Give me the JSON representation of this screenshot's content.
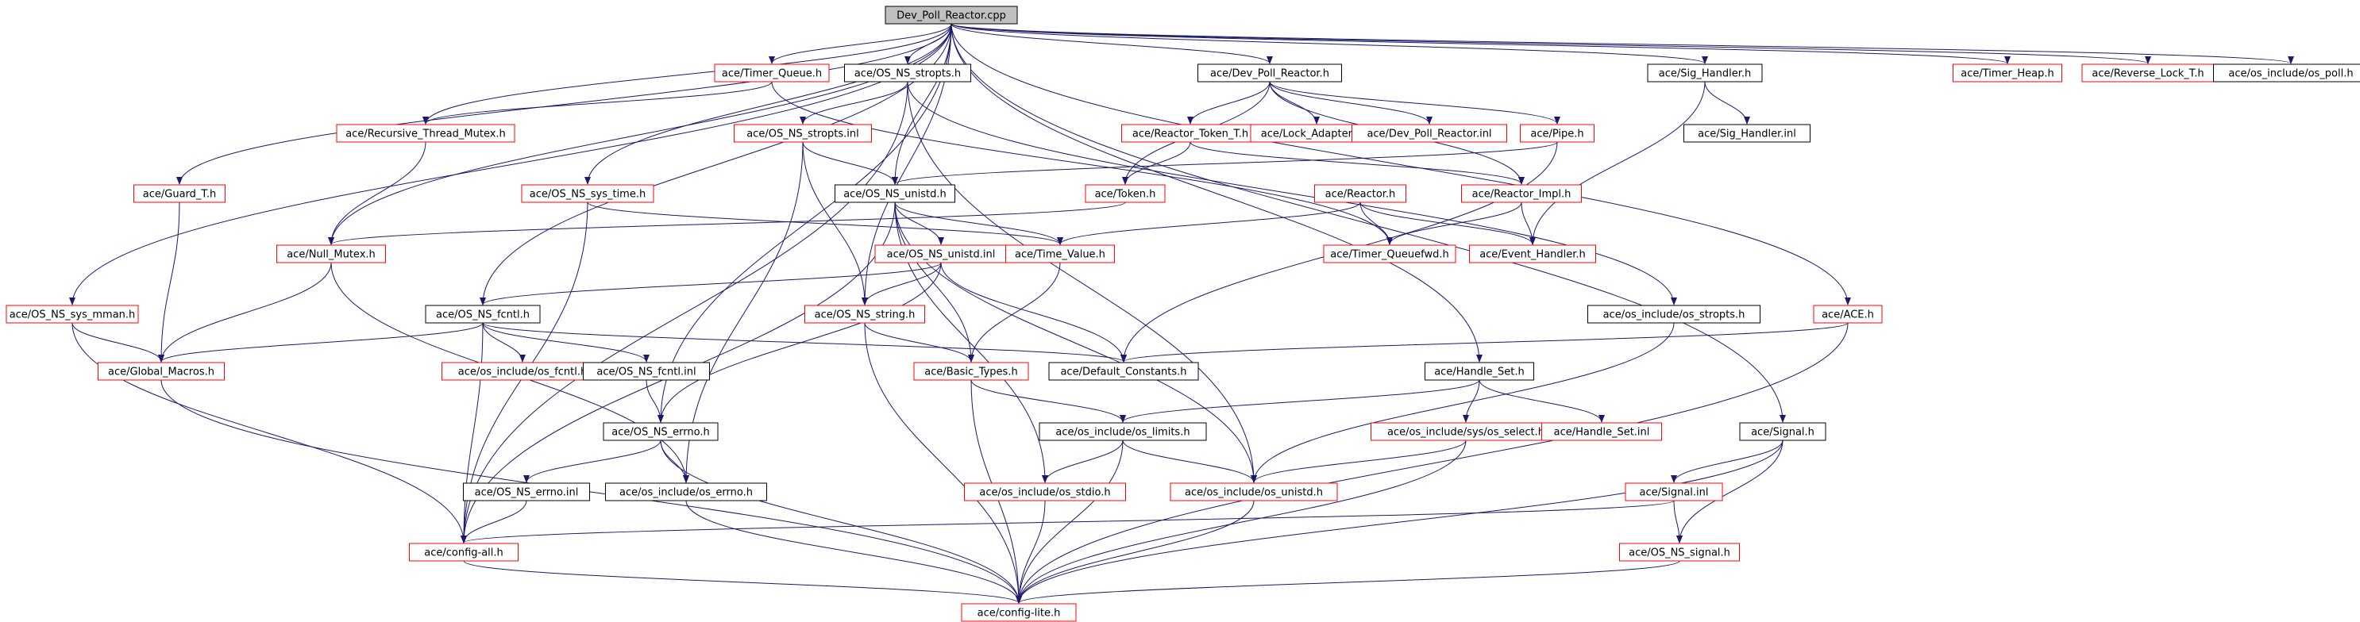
{
  "diagram": {
    "nodes": [
      {
        "id": "root",
        "label": "Dev_Poll_Reactor.cpp",
        "style": "root"
      },
      {
        "id": "timerq",
        "label": "ace/Timer_Queue.h",
        "style": "red"
      },
      {
        "id": "osnsstropts",
        "label": "ace/OS_NS_stropts.h",
        "style": "black"
      },
      {
        "id": "devpoll_h",
        "label": "ace/Dev_Poll_Reactor.h",
        "style": "black"
      },
      {
        "id": "sighandler",
        "label": "ace/Sig_Handler.h",
        "style": "black"
      },
      {
        "id": "timerheap",
        "label": "ace/Timer_Heap.h",
        "style": "red"
      },
      {
        "id": "revlock",
        "label": "ace/Reverse_Lock_T.h",
        "style": "red"
      },
      {
        "id": "ospoll",
        "label": "ace/os_include/os_poll.h",
        "style": "black"
      },
      {
        "id": "recthread",
        "label": "ace/Recursive_Thread_Mutex.h",
        "style": "red"
      },
      {
        "id": "stroptsinl",
        "label": "ace/OS_NS_stropts.inl",
        "style": "red"
      },
      {
        "id": "reactortoken",
        "label": "ace/Reactor_Token_T.h",
        "style": "red"
      },
      {
        "id": "lockadapter",
        "label": "ace/Lock_Adapter_T.h",
        "style": "red"
      },
      {
        "id": "devpollinl",
        "label": "ace/Dev_Poll_Reactor.inl",
        "style": "red"
      },
      {
        "id": "pipe",
        "label": "ace/Pipe.h",
        "style": "red"
      },
      {
        "id": "sighandlerinl",
        "label": "ace/Sig_Handler.inl",
        "style": "black"
      },
      {
        "id": "guard",
        "label": "ace/Guard_T.h",
        "style": "red"
      },
      {
        "id": "systime",
        "label": "ace/OS_NS_sys_time.h",
        "style": "red"
      },
      {
        "id": "unistd",
        "label": "ace/OS_NS_unistd.h",
        "style": "black"
      },
      {
        "id": "token",
        "label": "ace/Token.h",
        "style": "red"
      },
      {
        "id": "reactor",
        "label": "ace/Reactor.h",
        "style": "red"
      },
      {
        "id": "reactorimpl",
        "label": "ace/Reactor_Impl.h",
        "style": "red"
      },
      {
        "id": "nullmutex",
        "label": "ace/Null_Mutex.h",
        "style": "red"
      },
      {
        "id": "unistdinl",
        "label": "ace/OS_NS_unistd.inl",
        "style": "red"
      },
      {
        "id": "timevalue",
        "label": "ace/Time_Value.h",
        "style": "red"
      },
      {
        "id": "timerqfwd",
        "label": "ace/Timer_Queuefwd.h",
        "style": "red"
      },
      {
        "id": "eventhandler",
        "label": "ace/Event_Handler.h",
        "style": "red"
      },
      {
        "id": "sysmman",
        "label": "ace/OS_NS_sys_mman.h",
        "style": "red"
      },
      {
        "id": "fcntl",
        "label": "ace/OS_NS_fcntl.h",
        "style": "black"
      },
      {
        "id": "nsstring",
        "label": "ace/OS_NS_string.h",
        "style": "red"
      },
      {
        "id": "osstropts",
        "label": "ace/os_include/os_stropts.h",
        "style": "black"
      },
      {
        "id": "ace",
        "label": "ace/ACE.h",
        "style": "red"
      },
      {
        "id": "globalmacros",
        "label": "ace/Global_Macros.h",
        "style": "red"
      },
      {
        "id": "osfcntl",
        "label": "ace/os_include/os_fcntl.h",
        "style": "red"
      },
      {
        "id": "fcntlinl",
        "label": "ace/OS_NS_fcntl.inl",
        "style": "black"
      },
      {
        "id": "basictypes",
        "label": "ace/Basic_Types.h",
        "style": "red"
      },
      {
        "id": "defconst",
        "label": "ace/Default_Constants.h",
        "style": "black"
      },
      {
        "id": "handleset",
        "label": "ace/Handle_Set.h",
        "style": "black"
      },
      {
        "id": "errno",
        "label": "ace/OS_NS_errno.h",
        "style": "black"
      },
      {
        "id": "limits",
        "label": "ace/os_include/os_limits.h",
        "style": "black"
      },
      {
        "id": "osselect",
        "label": "ace/os_include/sys/os_select.h",
        "style": "red"
      },
      {
        "id": "handlesetinl",
        "label": "ace/Handle_Set.inl",
        "style": "red"
      },
      {
        "id": "signal",
        "label": "ace/Signal.h",
        "style": "black"
      },
      {
        "id": "errnoinl",
        "label": "ace/OS_NS_errno.inl",
        "style": "black"
      },
      {
        "id": "oserrno",
        "label": "ace/os_include/os_errno.h",
        "style": "black"
      },
      {
        "id": "osstdio",
        "label": "ace/os_include/os_stdio.h",
        "style": "red"
      },
      {
        "id": "osunistd",
        "label": "ace/os_include/os_unistd.h",
        "style": "red"
      },
      {
        "id": "signalinl",
        "label": "ace/Signal.inl",
        "style": "red"
      },
      {
        "id": "configall",
        "label": "ace/config-all.h",
        "style": "red"
      },
      {
        "id": "nssignal",
        "label": "ace/OS_NS_signal.h",
        "style": "red"
      },
      {
        "id": "configlite",
        "label": "ace/config-lite.h",
        "style": "red"
      }
    ],
    "edges": [
      [
        "root",
        "timerq"
      ],
      [
        "root",
        "osnsstropts"
      ],
      [
        "root",
        "devpoll_h"
      ],
      [
        "root",
        "sighandler"
      ],
      [
        "root",
        "timerheap"
      ],
      [
        "root",
        "revlock"
      ],
      [
        "root",
        "ospoll"
      ],
      [
        "root",
        "recthread"
      ],
      [
        "root",
        "guard"
      ],
      [
        "root",
        "systime"
      ],
      [
        "root",
        "unistd"
      ],
      [
        "root",
        "nullmutex"
      ],
      [
        "root",
        "sysmman"
      ],
      [
        "root",
        "fcntl"
      ],
      [
        "root",
        "errno"
      ],
      [
        "root",
        "ace"
      ],
      [
        "root",
        "handleset"
      ],
      [
        "root",
        "signal"
      ],
      [
        "root",
        "nsstring"
      ],
      [
        "timerq",
        "recthread"
      ],
      [
        "timerq",
        "timerqfwd"
      ],
      [
        "osnsstropts",
        "stroptsinl"
      ],
      [
        "osnsstropts",
        "configall"
      ],
      [
        "osnsstropts",
        "osstropts"
      ],
      [
        "osnsstropts",
        "osunistd"
      ],
      [
        "stroptsinl",
        "unistd"
      ],
      [
        "stroptsinl",
        "nsstring"
      ],
      [
        "stroptsinl",
        "oserrno"
      ],
      [
        "devpoll_h",
        "reactortoken"
      ],
      [
        "devpoll_h",
        "lockadapter"
      ],
      [
        "devpoll_h",
        "devpollinl"
      ],
      [
        "devpoll_h",
        "pipe"
      ],
      [
        "devpoll_h",
        "reactorimpl"
      ],
      [
        "devpoll_h",
        "token"
      ],
      [
        "reactortoken",
        "token"
      ],
      [
        "reactortoken",
        "reactorimpl"
      ],
      [
        "pipe",
        "unistd"
      ],
      [
        "pipe",
        "defconst"
      ],
      [
        "sighandler",
        "sighandlerinl"
      ],
      [
        "sighandler",
        "eventhandler"
      ],
      [
        "recthread",
        "nullmutex"
      ],
      [
        "guard",
        "globalmacros"
      ],
      [
        "systime",
        "timevalue"
      ],
      [
        "systime",
        "configall"
      ],
      [
        "unistd",
        "unistdinl"
      ],
      [
        "unistd",
        "timevalue"
      ],
      [
        "unistd",
        "basictypes"
      ],
      [
        "unistd",
        "osunistd"
      ],
      [
        "unistd",
        "osstdio"
      ],
      [
        "unistd",
        "configall"
      ],
      [
        "token",
        "nullmutex"
      ],
      [
        "reactor",
        "timevalue"
      ],
      [
        "reactor",
        "timerqfwd"
      ],
      [
        "reactor",
        "eventhandler"
      ],
      [
        "reactorimpl",
        "timerqfwd"
      ],
      [
        "reactorimpl",
        "eventhandler"
      ],
      [
        "nullmutex",
        "globalmacros"
      ],
      [
        "nullmutex",
        "oserrno"
      ],
      [
        "unistdinl",
        "fcntl"
      ],
      [
        "unistdinl",
        "nsstring"
      ],
      [
        "unistdinl",
        "defconst"
      ],
      [
        "unistdinl",
        "errno"
      ],
      [
        "timevalue",
        "basictypes"
      ],
      [
        "sysmman",
        "globalmacros"
      ],
      [
        "sysmman",
        "configall"
      ],
      [
        "fcntl",
        "globalmacros"
      ],
      [
        "fcntl",
        "osfcntl"
      ],
      [
        "fcntl",
        "fcntlinl"
      ],
      [
        "fcntl",
        "defconst"
      ],
      [
        "fcntl",
        "configall"
      ],
      [
        "fcntlinl",
        "errno"
      ],
      [
        "nsstring",
        "basictypes"
      ],
      [
        "nsstring",
        "configlite"
      ],
      [
        "osstropts",
        "osunistd"
      ],
      [
        "ace",
        "defconst"
      ],
      [
        "ace",
        "configlite"
      ],
      [
        "globalmacros",
        "configlite"
      ],
      [
        "basictypes",
        "limits"
      ],
      [
        "basictypes",
        "configlite"
      ],
      [
        "handleset",
        "limits"
      ],
      [
        "handleset",
        "osselect"
      ],
      [
        "handleset",
        "handlesetinl"
      ],
      [
        "errno",
        "errnoinl"
      ],
      [
        "errno",
        "oserrno"
      ],
      [
        "errno",
        "configlite"
      ],
      [
        "limits",
        "osstdio"
      ],
      [
        "limits",
        "osunistd"
      ],
      [
        "limits",
        "configlite"
      ],
      [
        "osselect",
        "osunistd"
      ],
      [
        "osselect",
        "configlite"
      ],
      [
        "signal",
        "signalinl"
      ],
      [
        "signal",
        "nssignal"
      ],
      [
        "signal",
        "configlite"
      ],
      [
        "errnoinl",
        "configall"
      ],
      [
        "oserrno",
        "configlite"
      ],
      [
        "osstdio",
        "configlite"
      ],
      [
        "osunistd",
        "configlite"
      ],
      [
        "signalinl",
        "configall"
      ],
      [
        "signalinl",
        "nssignal"
      ],
      [
        "configall",
        "configlite"
      ],
      [
        "nssignal",
        "configlite"
      ]
    ]
  },
  "colors": {
    "edge": "#191970",
    "root_fill": "#bfbfbf",
    "red_border": "#ff0000",
    "black_border": "#000000",
    "text": "#000000"
  }
}
